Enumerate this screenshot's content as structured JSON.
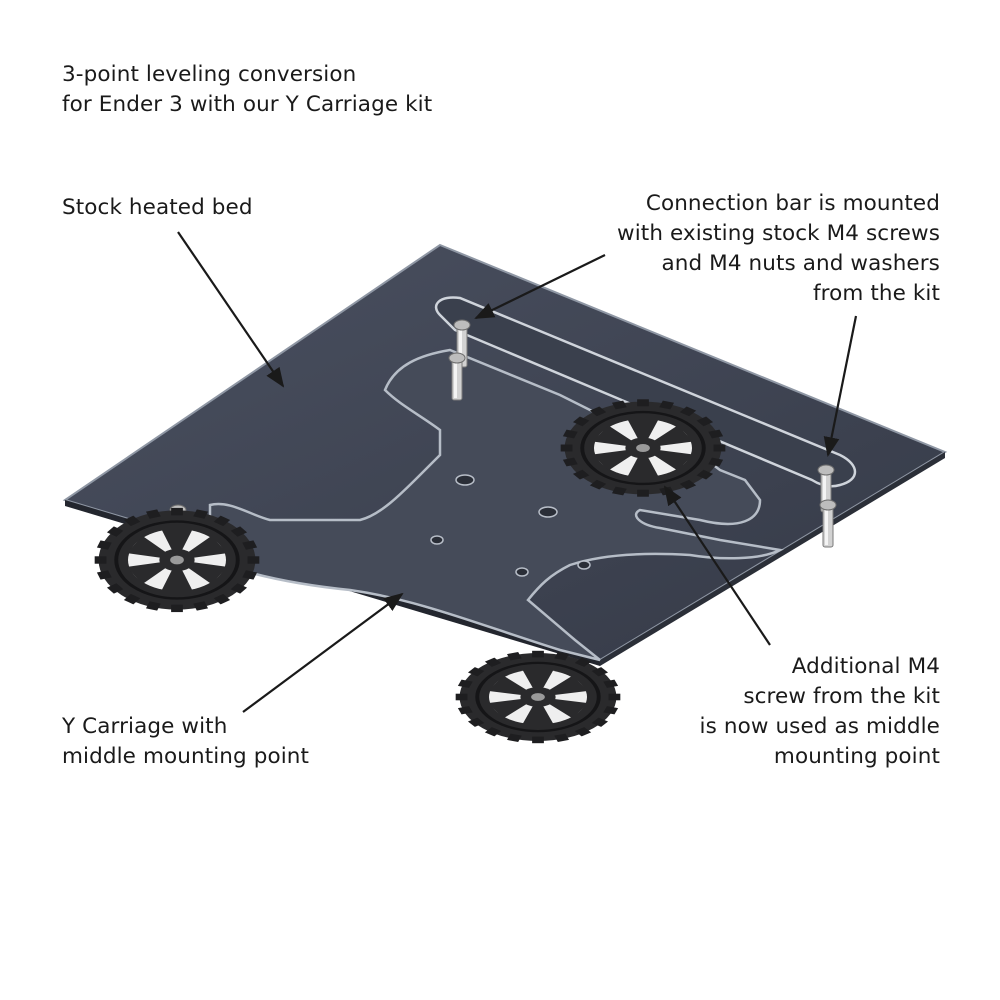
{
  "colors": {
    "bed_top": "#3e4453",
    "bed_edge": "#9aa2ae",
    "carriage": "#474d5b",
    "wheel": "#2a2a2c",
    "pin": "#c8c8c8",
    "arrow": "#1a1a1a",
    "text": "#1a1a1a"
  },
  "title": {
    "lines": [
      "3-point leveling conversion",
      "for Ender 3 with our Y Carriage kit"
    ]
  },
  "callouts": {
    "bed": {
      "lines": [
        "Stock heated bed"
      ]
    },
    "connection": {
      "lines": [
        "Connection bar is mounted",
        "with existing stock M4 screws",
        "and M4 nuts and washers",
        "from the kit"
      ]
    },
    "carriage": {
      "lines": [
        "Y Carriage with",
        "middle mounting point"
      ]
    },
    "screw": {
      "lines": [
        "Additional M4",
        "screw from the kit",
        "is now used as middle",
        "mounting point"
      ]
    }
  },
  "icons": {
    "wheel": "leveling-wheel-icon",
    "pin": "m4-screw-icon"
  }
}
